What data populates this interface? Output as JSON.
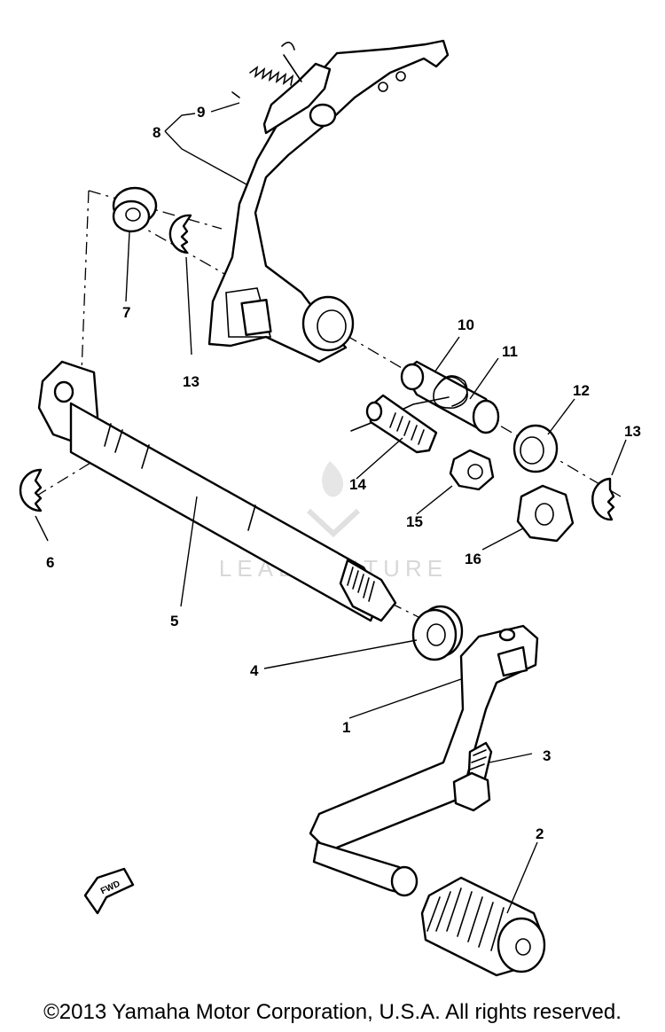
{
  "diagram": {
    "callouts": {
      "c1": "1",
      "c2": "2",
      "c3": "3",
      "c4": "4",
      "c5": "5",
      "c6": "6",
      "c7": "7",
      "c8": "8",
      "c9": "9",
      "c10": "10",
      "c11": "11",
      "c12": "12",
      "c13a": "13",
      "c13b": "13",
      "c14": "14",
      "c15": "15",
      "c16": "16"
    },
    "fwd_label": "FWD",
    "watermark": "LEADVENTURE",
    "copyright": "©2013 Yamaha Motor Corporation, U.S.A. All rights reserved."
  }
}
